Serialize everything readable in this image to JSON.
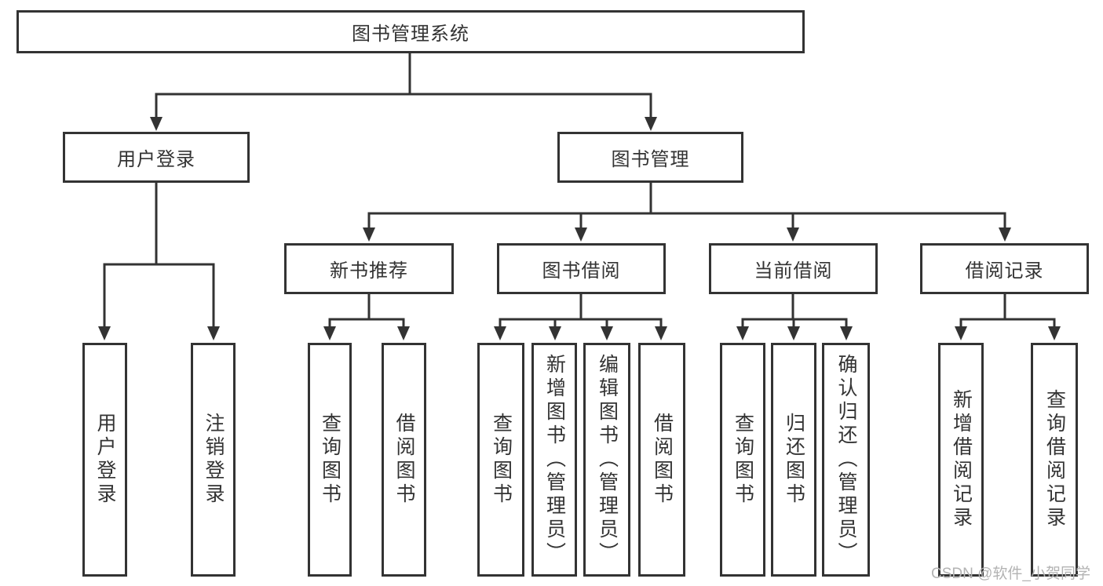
{
  "diagram": {
    "root_label": "图书管理系统",
    "user_branch": {
      "label": "用户登录",
      "leaves": [
        "用户登录",
        "注销登录"
      ]
    },
    "mgmt_branch": {
      "label": "图书管理",
      "groups": [
        {
          "label": "新书推荐",
          "leaves": [
            "查询图书",
            "借阅图书"
          ]
        },
        {
          "label": "图书借阅",
          "leaves": [
            "查询图书",
            "新增图书（管理员）",
            "编辑图书（管理员）",
            "借阅图书"
          ]
        },
        {
          "label": "当前借阅",
          "leaves": [
            "查询图书",
            "归还图书",
            "确认归还（管理员）"
          ]
        },
        {
          "label": "借阅记录",
          "leaves": [
            "新增借阅记录",
            "查询借阅记录"
          ]
        }
      ]
    },
    "watermark": "CSDN @软件_小贺同学"
  },
  "colors": {
    "line": "#333333",
    "box_border": "#333333",
    "text": "#333333",
    "watermark": "#b3b3b3",
    "background": "#ffffff"
  }
}
